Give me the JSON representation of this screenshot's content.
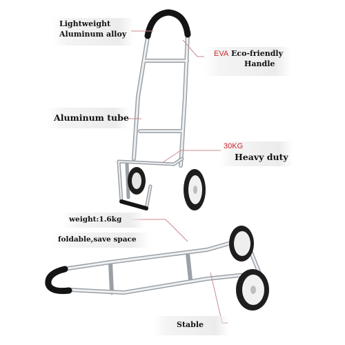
{
  "callouts": {
    "material": {
      "line1": "Lightweight",
      "line2": "Aluminum alloy"
    },
    "handle": {
      "prefix": "EVA",
      "line1": "Eco-friendly",
      "line2": "Handle"
    },
    "tube": {
      "text": "Aluminum tube"
    },
    "load": {
      "capacity": "30KG",
      "text": "Heavy duty"
    },
    "weight": {
      "text": "weight:1.6kg"
    },
    "foldable": {
      "text": "foldable,save space"
    },
    "stable": {
      "text": "Stable"
    }
  },
  "colors": {
    "frame": "#dcdfe3",
    "frame_edge": "#8f959c",
    "grip": "#141414",
    "tire": "#1e1e1e",
    "hub": "#f1f1f1",
    "accent": "#c9282f",
    "leader_line": "#c98a8f"
  }
}
